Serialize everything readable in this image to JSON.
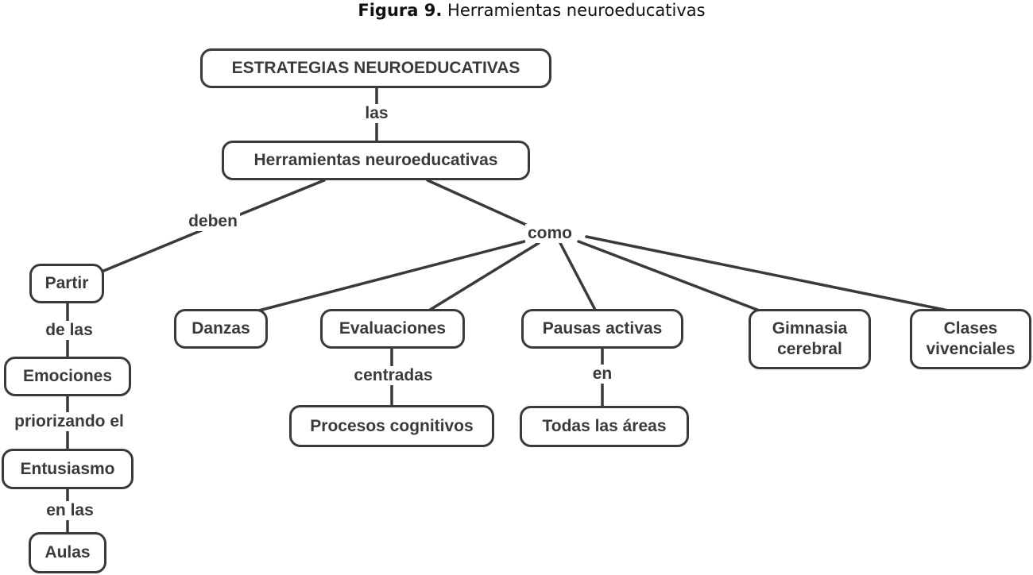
{
  "caption": {
    "figure_label": "Figura 9.",
    "title": "Herramientas neuroeducativas"
  },
  "nodes": {
    "estrategias": "ESTRATEGIAS NEUROEDUCATIVAS",
    "herramientas": "Herramientas neuroeducativas",
    "partir": "Partir",
    "emociones": "Emociones",
    "entusiasmo": "Entusiasmo",
    "aulas": "Aulas",
    "danzas": "Danzas",
    "evaluaciones": "Evaluaciones",
    "procesos": "Procesos cognitivos",
    "pausas": "Pausas activas",
    "todas": "Todas las áreas",
    "gimnasia": [
      "Gimnasia",
      "cerebral"
    ],
    "clases": [
      "Clases",
      "vivenciales"
    ]
  },
  "links": {
    "las": "las",
    "deben": "deben",
    "como": "como",
    "de_las": "de las",
    "priorizando_el": "priorizando el",
    "en_las": "en las",
    "centradas": "centradas",
    "en": "en"
  }
}
